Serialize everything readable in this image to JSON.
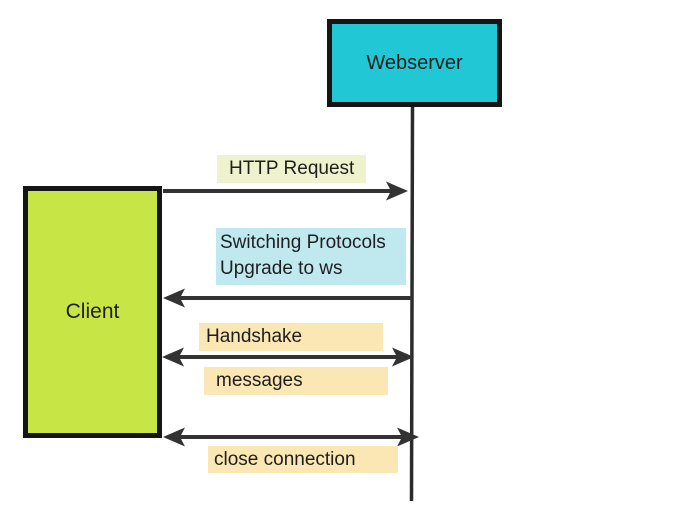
{
  "actors": {
    "webserver": "Webserver",
    "client": "Client"
  },
  "messages": {
    "http_request": "HTTP Request",
    "switching_line1": "Switching Protocols",
    "switching_line2": "Upgrade to ws",
    "handshake_line1": "Handshake",
    "handshake_line2": "messages",
    "close_connection": "close connection"
  },
  "colors": {
    "webserver_fill": "#22C7D6",
    "client_fill": "#C8E546",
    "http_request_highlight": "#EEF3CD",
    "switching_highlight": "#C0E9EF",
    "handshake_highlight": "#FBE7B4",
    "close_highlight": "#FBE7B4",
    "connector": "#333333",
    "box_border": "#151515"
  }
}
